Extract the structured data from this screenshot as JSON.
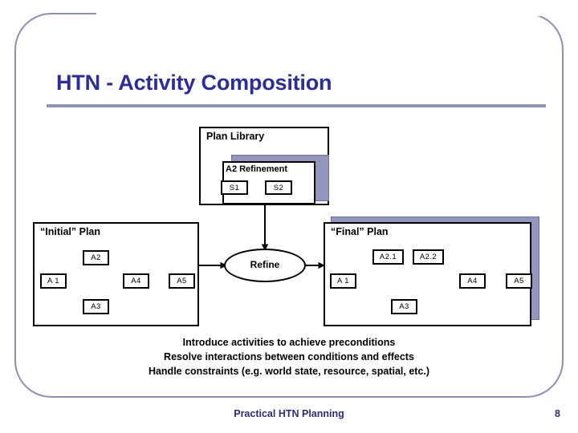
{
  "slide": {
    "title": "HTN - Activity Composition",
    "accent_color": "#2d2d96",
    "rule_color": "#9094ad",
    "frame_color": "#8c8fae",
    "shadow_color": "#9296bd"
  },
  "plan_library": {
    "label": "Plan Library",
    "refinement": {
      "label": "A2 Refinement",
      "nodes": [
        {
          "id": "s1",
          "label": "S1"
        },
        {
          "id": "s2",
          "label": "S2"
        }
      ],
      "edges": [
        {
          "from": "s1",
          "to": "s2"
        }
      ]
    }
  },
  "refine_operator": {
    "label": "Refine"
  },
  "initial_plan": {
    "label": "“Initial” Plan",
    "nodes": [
      {
        "id": "a1",
        "label": "A 1"
      },
      {
        "id": "a2",
        "label": "A2"
      },
      {
        "id": "a3",
        "label": "A3"
      },
      {
        "id": "a4",
        "label": "A4"
      },
      {
        "id": "a5",
        "label": "A5"
      }
    ],
    "edges": [
      {
        "from": "a1",
        "to": "a2"
      },
      {
        "from": "a1",
        "to": "a3"
      },
      {
        "from": "a2",
        "to": "a4"
      },
      {
        "from": "a3",
        "to": "a4"
      },
      {
        "from": "a4",
        "to": "a5"
      }
    ]
  },
  "final_plan": {
    "label": "“Final” Plan",
    "nodes": [
      {
        "id": "a1",
        "label": "A 1"
      },
      {
        "id": "a21",
        "label": "A2.1"
      },
      {
        "id": "a22",
        "label": "A2.2"
      },
      {
        "id": "a3",
        "label": "A3"
      },
      {
        "id": "a4",
        "label": "A4"
      },
      {
        "id": "a5",
        "label": "A5"
      }
    ],
    "edges": [
      {
        "from": "a1",
        "to": "a21"
      },
      {
        "from": "a21",
        "to": "a22"
      },
      {
        "from": "a1",
        "to": "a3"
      },
      {
        "from": "a22",
        "to": "a4"
      },
      {
        "from": "a3",
        "to": "a4"
      },
      {
        "from": "a4",
        "to": "a5"
      }
    ]
  },
  "caption": {
    "line1": "Introduce activities to achieve preconditions",
    "line2": "Resolve interactions between conditions and effects",
    "line3": "Handle constraints (e.g. world state, resource, spatial, etc.)"
  },
  "footer": {
    "title": "Practical HTN Planning",
    "page_number": "8"
  }
}
